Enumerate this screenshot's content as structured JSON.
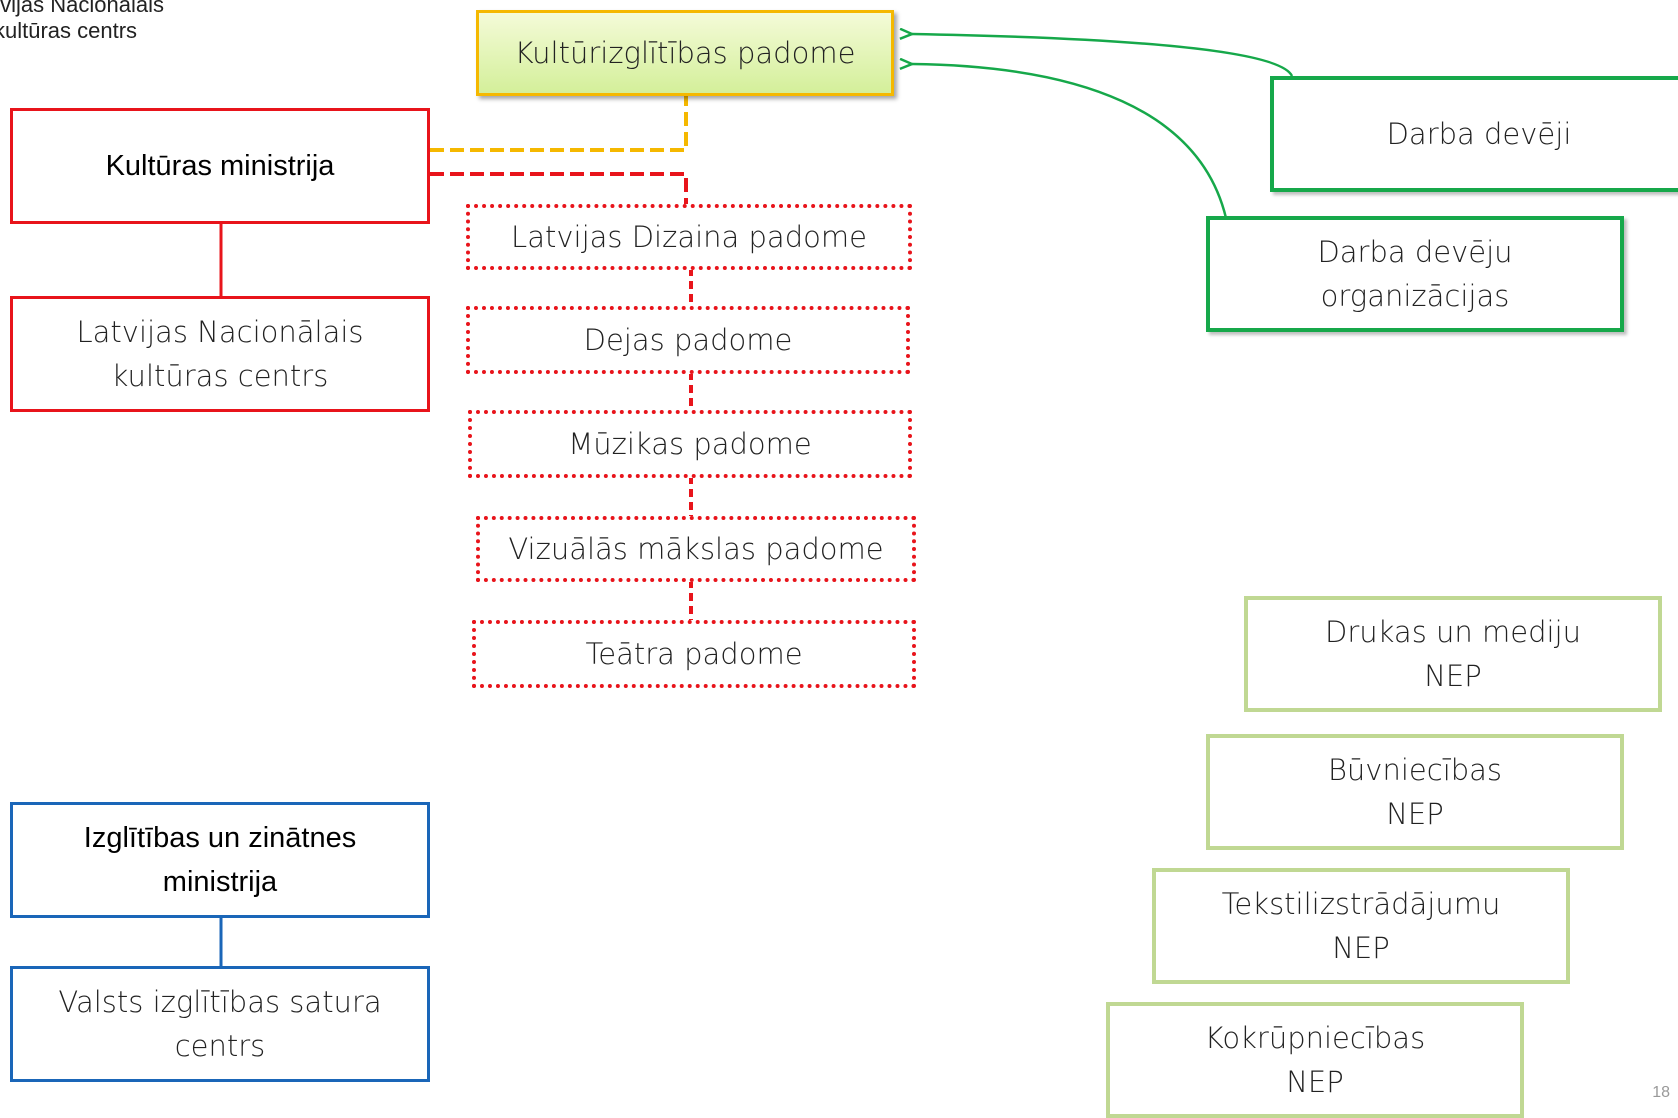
{
  "logo": {
    "line1": "tvijas Nacionālais",
    "line2": "kultūras centrs"
  },
  "nodes": {
    "kulturizglitibas_padome": "Kultūrizglītības padome",
    "kulturas_ministrija": "Kultūras ministrija",
    "lnkc": "Latvijas Nacionālais\nkultūras centrs",
    "dizaina_padome": "Latvijas Dizaina padome",
    "dejas_padome": "Dejas padome",
    "muzikas_padome": "Mūzikas padome",
    "vizualas_makslas_padome": "Vizuālās mākslas padome",
    "teatra_padome": "Teātra padome",
    "izm": "Izglītības un zinātnes\nministrija",
    "visc": "Valsts izglītības satura\ncentrs",
    "darba_deveji": "Darba devēji",
    "darba_deveju_org": "Darba devēju\norganizācijas",
    "drukas_mediju_nep": "Drukas un mediju\nNEP",
    "buvniecibas_nep": "Būvniecības\nNEP",
    "tekstilizstradajumu_nep": "Tekstilizstrādājumu\nNEP",
    "kokrupniecibas_nep": "Kokrūpniecības\nNEP"
  },
  "colors": {
    "ministry_culture": "#e8141b",
    "ministry_education": "#1a66b8",
    "employers": "#16a84a",
    "nep": "#c0d893",
    "council": "#f5b800"
  },
  "page_number": "18"
}
